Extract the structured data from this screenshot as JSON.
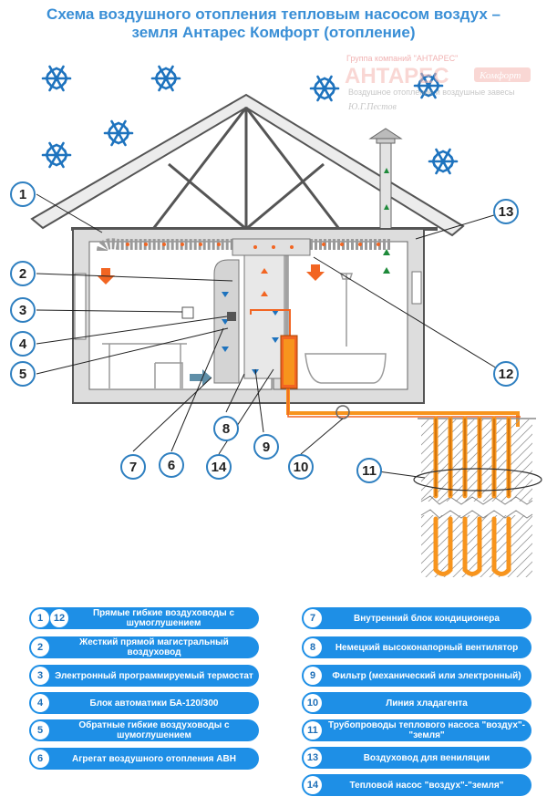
{
  "title": {
    "line1": "Схема воздушного отопления тепловым насосом воздух –",
    "line2": "земля Антарес Комфорт (отопление)"
  },
  "watermark": {
    "group": "Группа компаний \"АНТАРЕС\"",
    "brand": "АНТАРЕС",
    "brand_script": "Комфорт",
    "subtitle": "Воздушное отопление и воздушные завесы",
    "signature": "Ю.Г.Пестов"
  },
  "callouts": [
    "1",
    "2",
    "3",
    "4",
    "5",
    "6",
    "7",
    "8",
    "9",
    "10",
    "11",
    "12",
    "13",
    "14"
  ],
  "legend": {
    "left": [
      {
        "badges": [
          "1",
          "12"
        ],
        "text": "Прямые гибкие воздуховоды с шумоглушением"
      },
      {
        "badges": [
          "2"
        ],
        "text": "Жесткий прямой магистральный воздуховод"
      },
      {
        "badges": [
          "3"
        ],
        "text": "Электронный программируемый термостат"
      },
      {
        "badges": [
          "4"
        ],
        "text": "Блок автоматики БА-120/300"
      },
      {
        "badges": [
          "5"
        ],
        "text": "Обратные гибкие воздуховоды с шумоглушением"
      },
      {
        "badges": [
          "6"
        ],
        "text": "Агрегат воздушного отопления АВН"
      }
    ],
    "right": [
      {
        "badges": [
          "7"
        ],
        "text": "Внутренний блок кондиционера"
      },
      {
        "badges": [
          "8"
        ],
        "text": "Немецкий высоконапорный вентилятор"
      },
      {
        "badges": [
          "9"
        ],
        "text": "Фильтр (механический или электронный)"
      },
      {
        "badges": [
          "10"
        ],
        "text": "Линия хладагента"
      },
      {
        "badges": [
          "11"
        ],
        "text": "Трубопроводы теплового насоса \"воздух\"-\"земля\""
      },
      {
        "badges": [
          "13"
        ],
        "text": "Воздуховод для вениляции"
      },
      {
        "badges": [
          "14"
        ],
        "text": "Тепловой насос \"воздух\"-\"земля\""
      }
    ]
  },
  "colors": {
    "accent": "#1e8fe6",
    "title": "#3a8fd6",
    "hot": "#f26522",
    "pipe": "#f7941d",
    "snow": "#1e73be",
    "wall": "#dcdcdc",
    "callout_border": "#2e7fc0"
  }
}
